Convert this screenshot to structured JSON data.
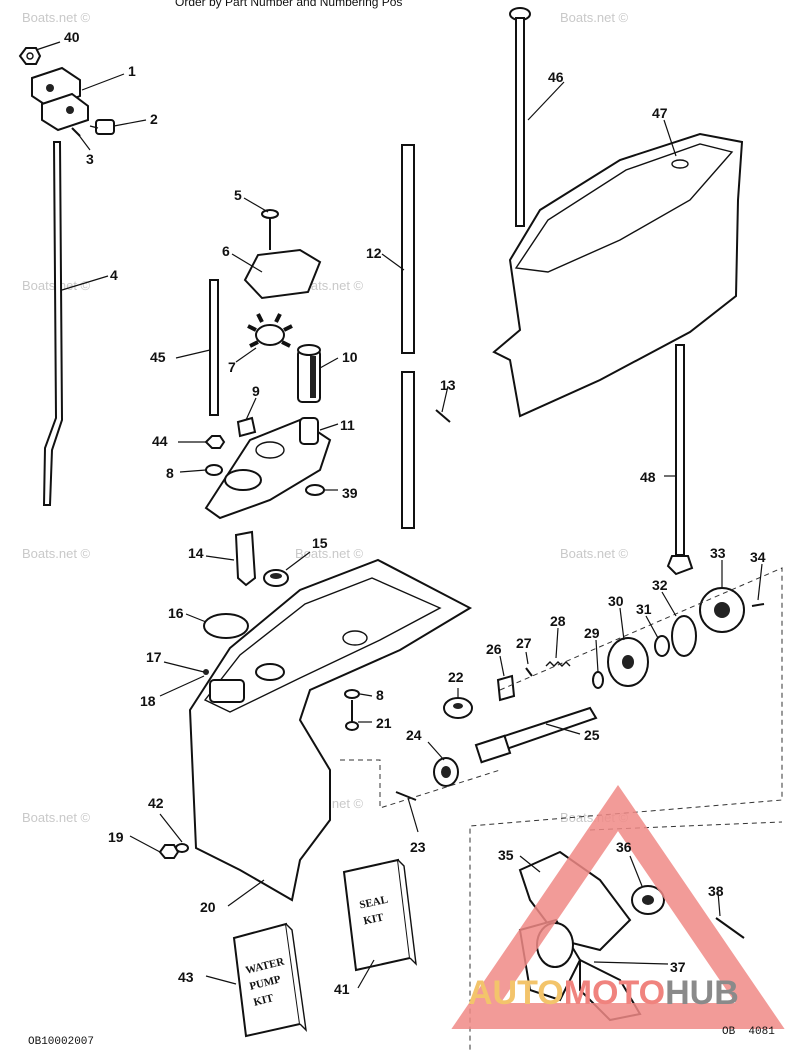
{
  "header": {
    "text": "Order by Part Number and Numbering Pos"
  },
  "watermark": {
    "text": "Boats.net ©"
  },
  "footer": {
    "left_code": "OB10002007",
    "right_code": "OB  4081"
  },
  "logo": {
    "part1": "AUTO",
    "part2": "MOTO",
    "part3": "HUB",
    "colors": {
      "auto": "#f3c46b",
      "moto": "#f0837e",
      "hub": "#8a8a8a",
      "triangle": "#f08a86"
    }
  },
  "kits": {
    "seal": {
      "line1": "SEAL",
      "line2": "KIT"
    },
    "water_pump": {
      "line1": "WATER",
      "line2": "PUMP",
      "line3": "KIT"
    }
  },
  "callouts": {
    "c40": "40",
    "c1": "1",
    "c2": "2",
    "c3": "3",
    "c4": "4",
    "c5": "5",
    "c6": "6",
    "c7": "7",
    "c8a": "8",
    "c8b": "8",
    "c9": "9",
    "c10": "10",
    "c11": "11",
    "c12": "12",
    "c13": "13",
    "c14": "14",
    "c15": "15",
    "c16": "16",
    "c17": "17",
    "c18": "18",
    "c19": "19",
    "c20": "20",
    "c21": "21",
    "c22": "22",
    "c23": "23",
    "c24": "24",
    "c25": "25",
    "c26": "26",
    "c27": "27",
    "c28": "28",
    "c29": "29",
    "c30": "30",
    "c31": "31",
    "c32": "32",
    "c33": "33",
    "c34": "34",
    "c35": "35",
    "c36": "36",
    "c37": "37",
    "c38": "38",
    "c39": "39",
    "c41": "41",
    "c42": "42",
    "c43": "43",
    "c44": "44",
    "c45": "45",
    "c46": "46",
    "c47": "47",
    "c48": "48"
  }
}
